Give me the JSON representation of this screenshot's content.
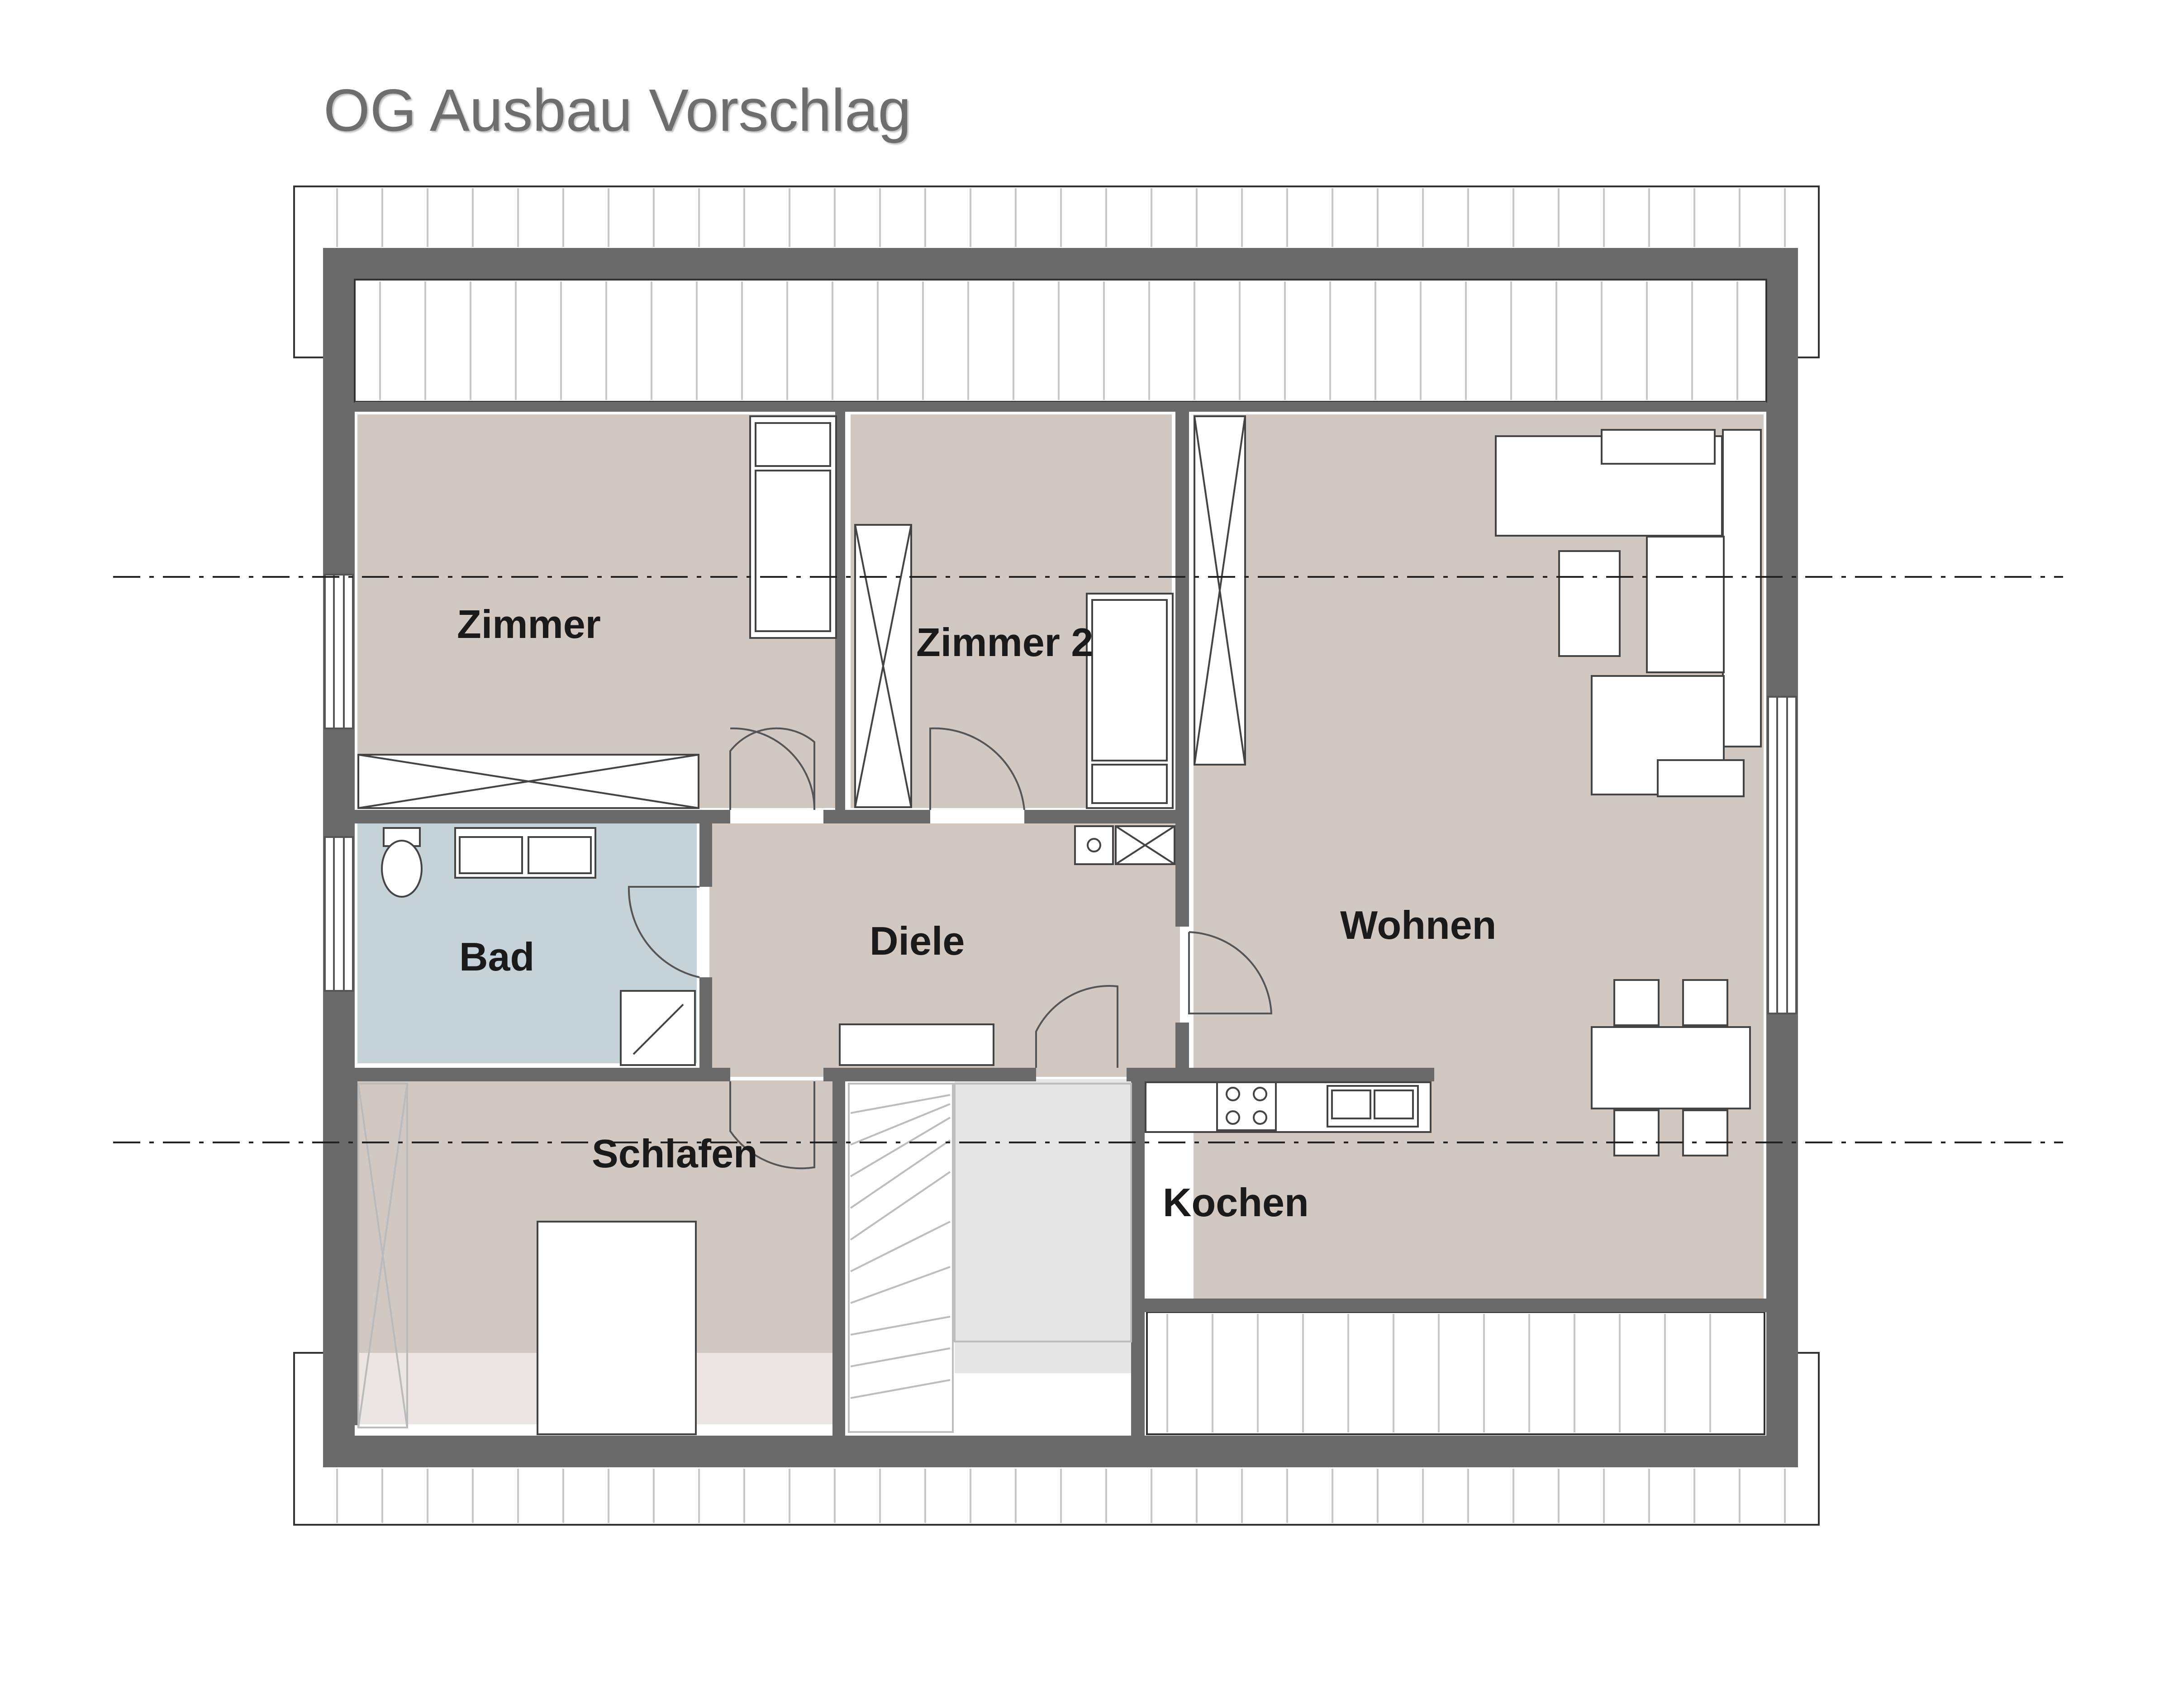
{
  "title": "OG Ausbau Vorschlag",
  "rooms": {
    "zimmer": "Zimmer",
    "zimmer2": "Zimmer 2",
    "wohnen": "Wohnen",
    "bad": "Bad",
    "diele": "Diele",
    "schlafen": "Schlafen",
    "kochen": "Kochen"
  },
  "colors": {
    "wall": "#6a6a6a",
    "room_fill": "#d2c8c2",
    "bath_fill": "#c5d2d7",
    "stair_fill": "#e6e6e6",
    "roof_fill": "#ffffff"
  }
}
